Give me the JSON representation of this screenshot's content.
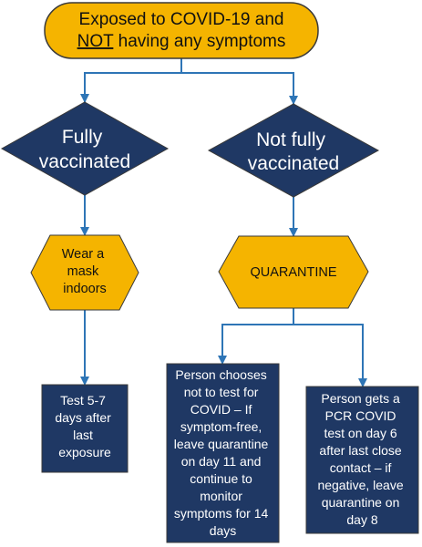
{
  "colors": {
    "node_fill_yellow": "#f5b400",
    "node_fill_navy": "#1f3864",
    "node_border": "#3a3a3a",
    "connector": "#2e75b6"
  },
  "start": {
    "line1": "Exposed to COVID-19 and",
    "line2_underlined": "NOT",
    "line2_rest": " having any symptoms"
  },
  "decisions": {
    "vaccinated": [
      "Fully",
      "vaccinated"
    ],
    "not_vaccinated": [
      "Not fully",
      "vaccinated"
    ]
  },
  "actions": {
    "mask": [
      "Wear a",
      "mask",
      "indoors"
    ],
    "quarantine": [
      "QUARANTINE"
    ]
  },
  "outcomes": {
    "test_after_exposure": [
      "Test 5-7",
      "days after",
      "last",
      "exposure"
    ],
    "no_test": [
      "Person chooses",
      "not to test for",
      "COVID – If",
      "symptom-free,",
      "leave quarantine",
      "on day 11 and",
      "continue to",
      "monitor",
      "symptoms for 14",
      "days"
    ],
    "pcr_test": [
      "Person gets a",
      "PCR COVID",
      "test on day 6",
      "after last close",
      "contact – if",
      "negative, leave",
      "quarantine on",
      "day 8"
    ]
  }
}
